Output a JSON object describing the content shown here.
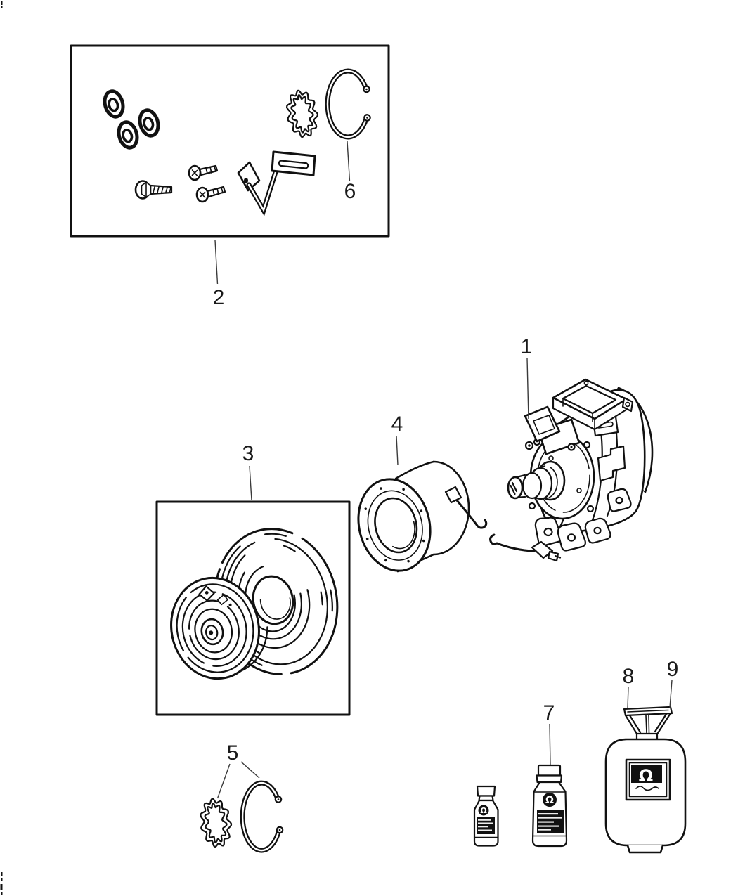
{
  "page": {
    "background": "#ffffff"
  },
  "diagram": {
    "type": "exploded-parts-line-drawing",
    "line_color": "#111111",
    "label_color": "#1a1a1a"
  },
  "callouts": {
    "c1": "1",
    "c2": "2",
    "c3": "3",
    "c4": "4",
    "c5": "5",
    "c6": "6",
    "c7": "7",
    "c8": "8",
    "c9": "9"
  },
  "brand": {
    "logo_name": "mopar-omega-logo",
    "glyph": "Ω"
  }
}
